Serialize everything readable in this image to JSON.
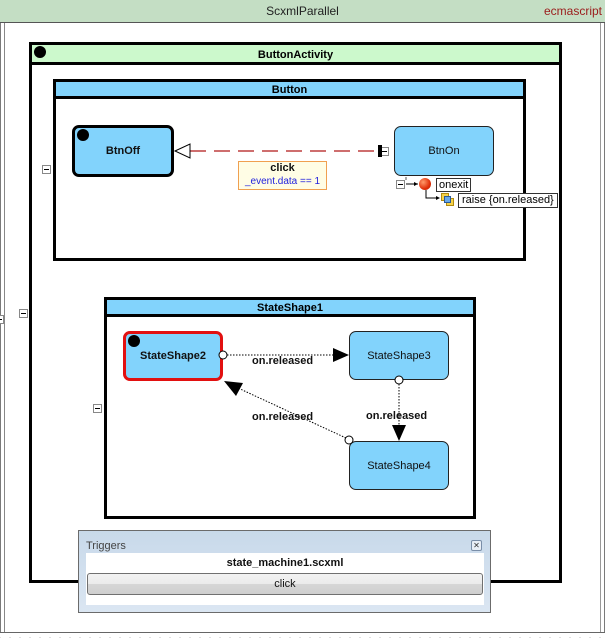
{
  "canvas": {
    "title": "ScxmlParallel",
    "datamodel": "ecmascript"
  },
  "states": {
    "button_activity": {
      "label": "ButtonActivity",
      "initial": true
    },
    "button": {
      "label": "Button"
    },
    "btn_off": {
      "label": "BtnOff",
      "initial": true
    },
    "btn_on": {
      "label": "BtnOn"
    },
    "state_shape1": {
      "label": "StateShape1"
    },
    "state_shape2": {
      "label": "StateShape2",
      "initial": true,
      "selected": true
    },
    "state_shape3": {
      "label": "StateShape3"
    },
    "state_shape4": {
      "label": "StateShape4"
    }
  },
  "transitions": [
    {
      "from": "BtnOn",
      "to": "BtnOff",
      "event": "click",
      "cond": "_event.data == 1",
      "style": "dashed"
    },
    {
      "from": "StateShape2",
      "to": "StateShape3",
      "event": "on.released",
      "style": "dotted"
    },
    {
      "from": "StateShape3",
      "to": "StateShape4",
      "event": "on.released",
      "style": "dotted"
    },
    {
      "from": "StateShape4",
      "to": "StateShape2",
      "event": "on.released",
      "style": "dotted"
    }
  ],
  "btn_on_actions": {
    "onexit_label": "onexit",
    "raise_label": "raise {on.released}"
  },
  "triggers_panel": {
    "title": "Triggers",
    "close_icon": "close-icon",
    "file": "state_machine1.scxml",
    "buttons": [
      "click"
    ]
  },
  "colors": {
    "root_header": "#c4dec4",
    "parallel_header": "#ccf9cc",
    "state_fill": "#82d3fc",
    "selected_border": "#e21010",
    "transition_dashed": "#b01818",
    "cond_text": "#2222dd"
  }
}
